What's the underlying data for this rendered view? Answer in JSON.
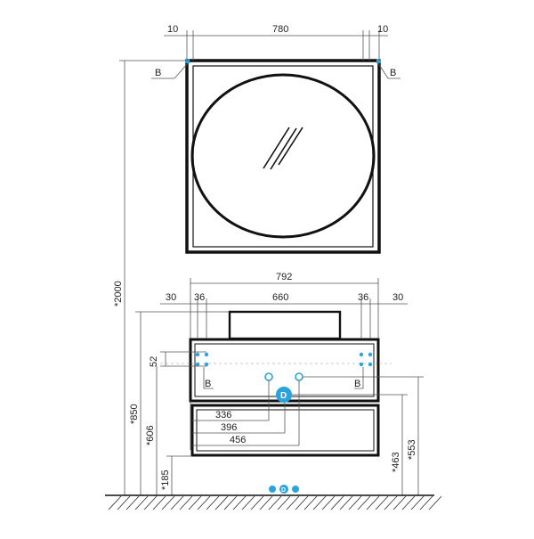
{
  "colors": {
    "line": "#222222",
    "frame": "#111111",
    "dim": "#555555",
    "accent": "#29a3dc",
    "accent_dark": "#1f8cc4",
    "badge_text": "#ffffff"
  },
  "mirror": {
    "dims": {
      "left_gap": "10",
      "width": "780",
      "right_gap": "10"
    },
    "labels": {
      "left": "B",
      "right": "B"
    }
  },
  "cabinet": {
    "dims": {
      "total_width": "792",
      "left_offset": "30",
      "left_inset": "36",
      "center_width": "660",
      "right_inset": "36",
      "right_offset": "30",
      "bracket_height": "52",
      "row_1": "336",
      "row_2": "396",
      "row_3": "456"
    },
    "labels": {
      "left": "B",
      "right": "B",
      "badge": "D"
    }
  },
  "heights": {
    "overall": "*2000",
    "cabinet_top": "*850",
    "mount_left": "*606",
    "floor_gap": "*185",
    "mount_right": "*463",
    "outlet_right": "*553"
  },
  "icons": [
    "mirror-glare-icon",
    "outlet-marker-icon",
    "floor-hatch-icon"
  ]
}
